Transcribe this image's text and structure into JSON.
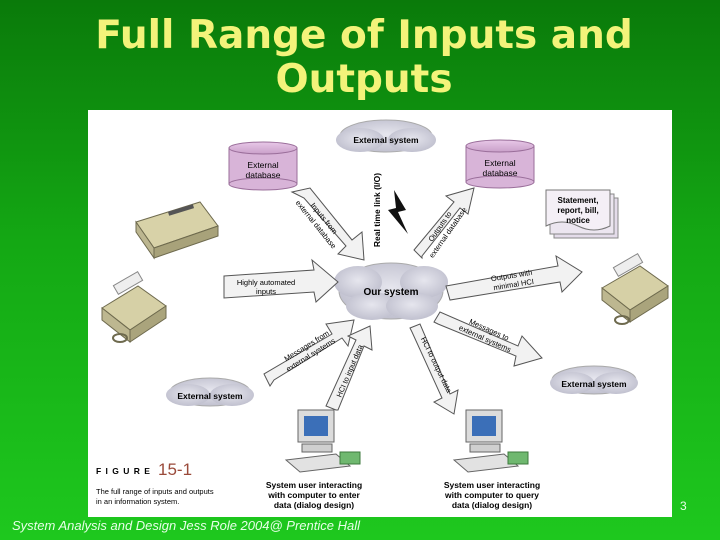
{
  "slide": {
    "title_line1": "Full Range of Inputs and",
    "title_line2": "Outputs",
    "footer": "System Analysis and Design Jess Role 2004@ Prentice Hall",
    "page_number": "3"
  },
  "diagram": {
    "center": "Our system",
    "external_system_top": "External system",
    "external_system_left": "External system",
    "external_system_right": "External system",
    "ext_db_left_1": "External",
    "ext_db_left_2": "database",
    "ext_db_right_1": "External",
    "ext_db_right_2": "database",
    "doc_1": "Statement,",
    "doc_2": "report, bill,",
    "doc_3": "notice",
    "realtime": "Real time link (I/O)",
    "inputs_db_1": "Inputs from",
    "inputs_db_2": "external database",
    "outputs_db_1": "Outputs to",
    "outputs_db_2": "external database",
    "automated_1": "Highly automated",
    "automated_2": "inputs",
    "outputs_hci_1": "Outputs with",
    "outputs_hci_2": "minimal HCI",
    "messages_from_1": "Messages from",
    "messages_from_2": "external systems",
    "hci_input": "HCI to input data",
    "hci_output": "HCI to output data",
    "messages_to_1": "Messages to",
    "messages_to_2": "external systems",
    "user_enter_1": "System user interacting",
    "user_enter_2": "with computer to enter",
    "user_enter_3": "data (dialog design)",
    "user_query_1": "System user interacting",
    "user_query_2": "with computer to query",
    "user_query_3": "data (dialog design)",
    "figure_label": "F I G U R E",
    "figure_number": "15-1",
    "caption_1": "The full range of inputs and outputs",
    "caption_2": "in an information system."
  }
}
